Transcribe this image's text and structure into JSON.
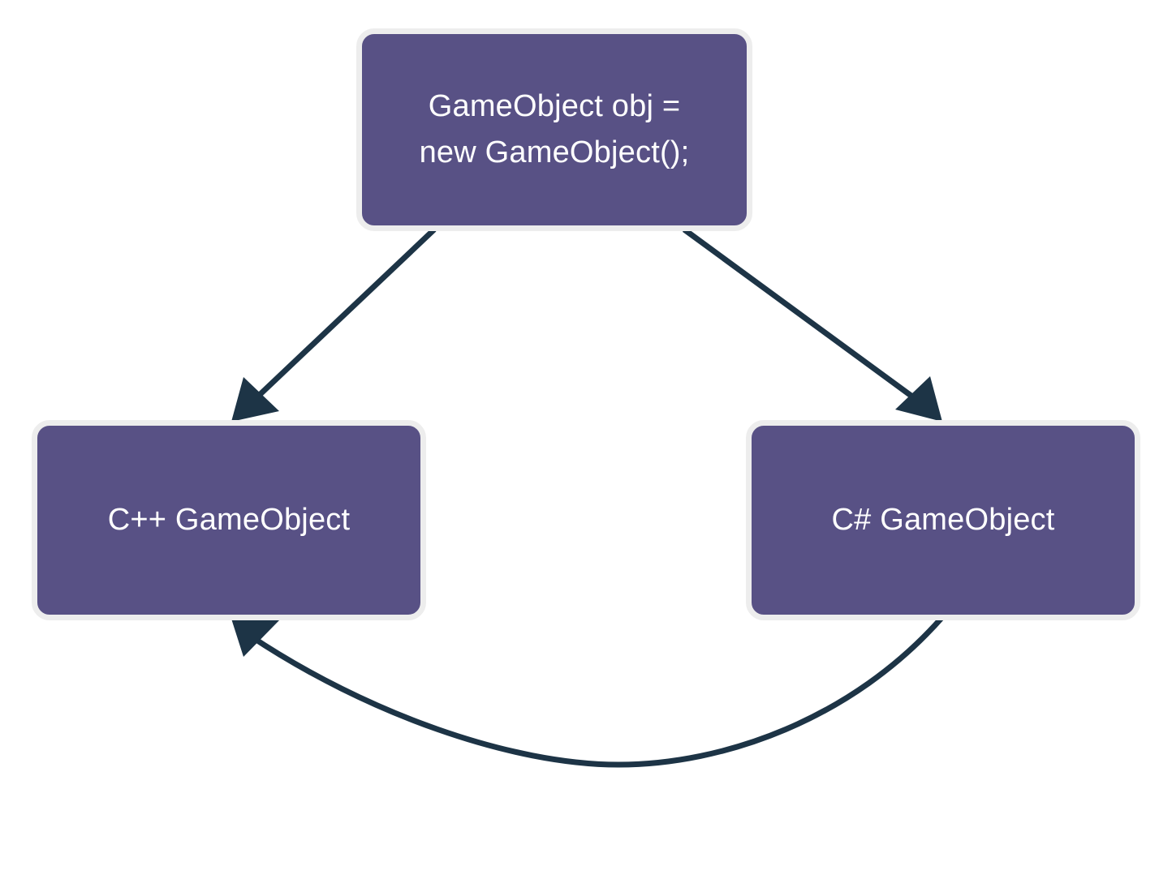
{
  "diagram": {
    "type": "flowchart",
    "background_color": "#ffffff",
    "node_fill_color": "#585185",
    "node_border_color": "#ededed",
    "node_text_color": "#ffffff",
    "edge_color": "#1d3446",
    "nodes": [
      {
        "id": "root",
        "name": "gameobject-allocation-node",
        "label": "GameObject obj =\nnew GameObject();",
        "lines": [
          "GameObject obj =",
          "new GameObject();"
        ]
      },
      {
        "id": "cpp",
        "name": "cpp-gameobject-node",
        "label": "C++ GameObject",
        "lines": [
          "C++ GameObject"
        ]
      },
      {
        "id": "csharp",
        "name": "csharp-gameobject-node",
        "label": "C# GameObject",
        "lines": [
          "C# GameObject"
        ]
      }
    ],
    "edges": [
      {
        "id": "root-to-cpp",
        "name": "edge-root-to-cpp",
        "from": "root",
        "to": "cpp",
        "style": "straight",
        "arrowhead": "filled-triangle",
        "label": ""
      },
      {
        "id": "root-to-csharp",
        "name": "edge-root-to-csharp",
        "from": "root",
        "to": "csharp",
        "style": "straight",
        "arrowhead": "filled-triangle",
        "label": ""
      },
      {
        "id": "csharp-to-cpp",
        "name": "edge-csharp-to-cpp",
        "from": "csharp",
        "to": "cpp",
        "style": "curved",
        "arrowhead": "filled-triangle",
        "label": ""
      }
    ]
  }
}
